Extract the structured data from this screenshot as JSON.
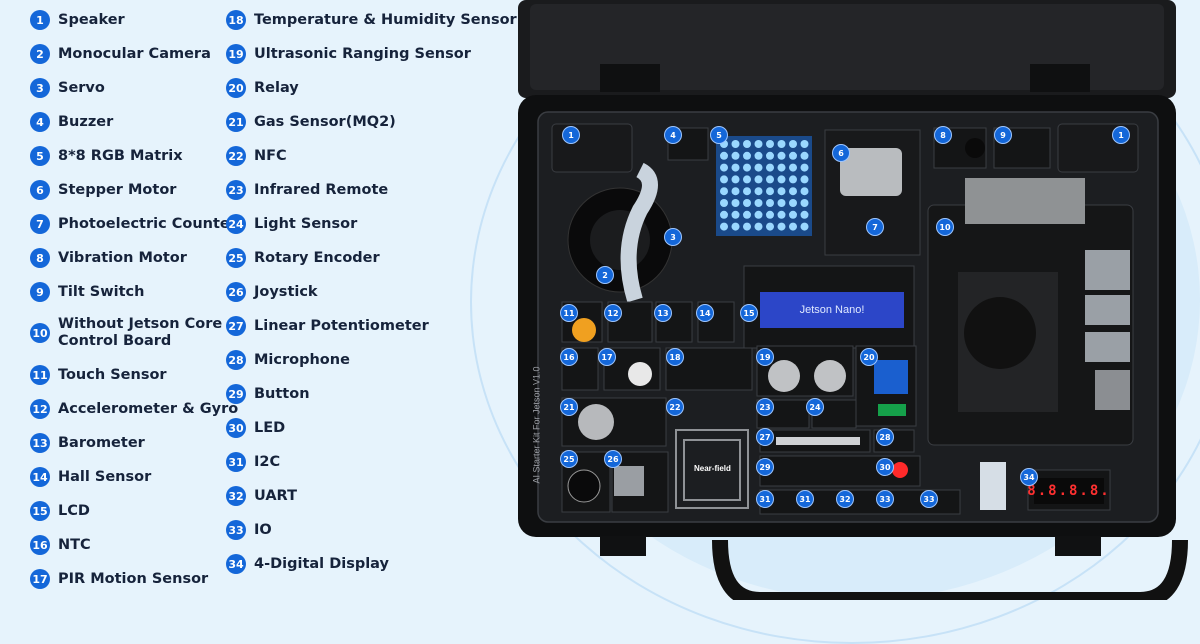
{
  "legend": [
    {
      "num": "1",
      "label": "Speaker"
    },
    {
      "num": "2",
      "label": "Monocular Camera"
    },
    {
      "num": "3",
      "label": "Servo"
    },
    {
      "num": "4",
      "label": "Buzzer"
    },
    {
      "num": "5",
      "label": "8*8 RGB Matrix"
    },
    {
      "num": "6",
      "label": "Stepper Motor"
    },
    {
      "num": "7",
      "label": "Photoelectric Counter"
    },
    {
      "num": "8",
      "label": "Vibration Motor"
    },
    {
      "num": "9",
      "label": "Tilt Switch"
    },
    {
      "num": "10",
      "label": "Without Jetson Core Control Board"
    },
    {
      "num": "11",
      "label": "Touch Sensor"
    },
    {
      "num": "12",
      "label": "Accelerometer & Gyro"
    },
    {
      "num": "13",
      "label": "Barometer"
    },
    {
      "num": "14",
      "label": "Hall Sensor"
    },
    {
      "num": "15",
      "label": "LCD"
    },
    {
      "num": "16",
      "label": "NTC"
    },
    {
      "num": "17",
      "label": "PIR Motion Sensor"
    },
    {
      "num": "18",
      "label": "Temperature & Humidity Sensor"
    },
    {
      "num": "19",
      "label": "Ultrasonic Ranging Sensor"
    },
    {
      "num": "20",
      "label": "Relay"
    },
    {
      "num": "21",
      "label": "Gas Sensor(MQ2)"
    },
    {
      "num": "22",
      "label": "NFC"
    },
    {
      "num": "23",
      "label": "Infrared Remote"
    },
    {
      "num": "24",
      "label": "Light Sensor"
    },
    {
      "num": "25",
      "label": "Rotary Encoder"
    },
    {
      "num": "26",
      "label": "Joystick"
    },
    {
      "num": "27",
      "label": "Linear Potentiometer"
    },
    {
      "num": "28",
      "label": "Microphone"
    },
    {
      "num": "29",
      "label": "Button"
    },
    {
      "num": "30",
      "label": "LED"
    },
    {
      "num": "31",
      "label": "I2C"
    },
    {
      "num": "32",
      "label": "UART"
    },
    {
      "num": "33",
      "label": "IO"
    },
    {
      "num": "34",
      "label": "4-Digital Display"
    }
  ],
  "kit": {
    "lcd_text": "Jetson Nano!",
    "nfc_text": "Near-field",
    "digit_display": "8.8.8.8.",
    "side_label": "AI Starter Kit For Jetson V1.0"
  }
}
